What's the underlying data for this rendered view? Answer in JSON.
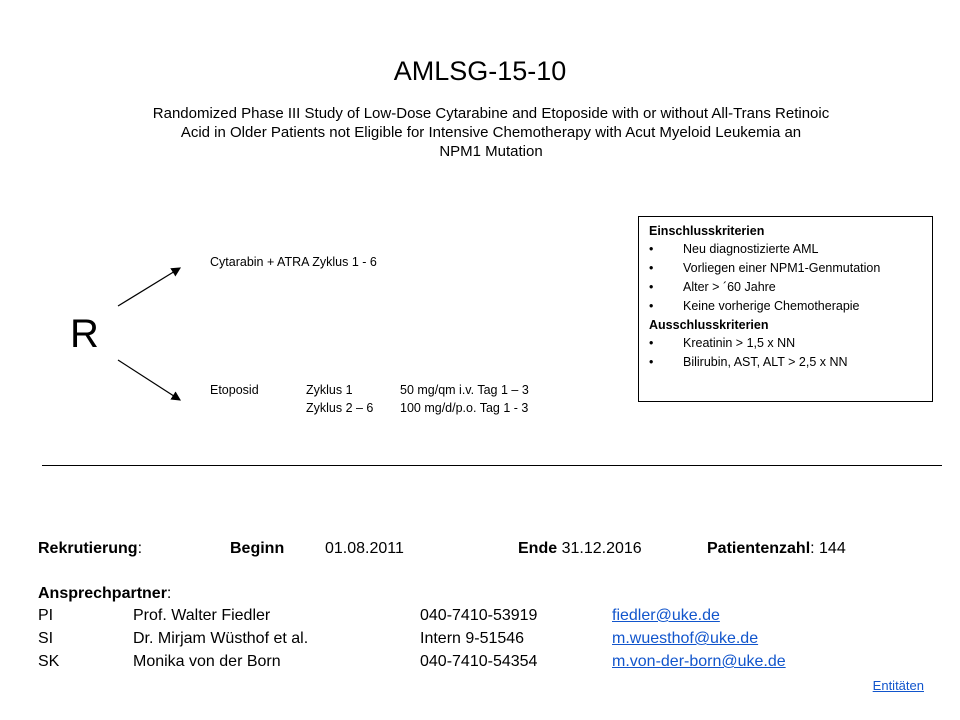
{
  "header": {
    "title": "AMLSG-15-10",
    "subtitle_lines": [
      "Randomized Phase III Study of Low-Dose Cytarabine and Etoposide with or without All-Trans Retinoic",
      "Acid in Older Patients not Eligible for Intensive Chemotherapy with Acut Myeloid Leukemia an",
      "NPM1 Mutation"
    ]
  },
  "randomization": {
    "letter": "R",
    "arm1": "Cytarabin + ATRA Zyklus 1 - 6",
    "arm2": {
      "drug": "Etoposid",
      "rows": [
        {
          "cycle": "Zyklus 1",
          "dose": "50 mg/qm i.v. Tag 1 – 3"
        },
        {
          "cycle": "Zyklus 2 – 6",
          "dose": "100 mg/d/p.o. Tag 1 - 3"
        }
      ]
    }
  },
  "criteria": {
    "inclusion_title": "Einschlusskriterien",
    "inclusion": [
      "Neu diagnostizierte AML",
      "Vorliegen einer NPM1-Genmutation",
      "Alter > ´60 Jahre",
      "Keine vorherige Chemotherapie"
    ],
    "exclusion_title": "Ausschlusskriterien",
    "exclusion": [
      "Kreatinin > 1,5 x NN",
      "Bilirubin, AST, ALT > 2,5 x NN"
    ]
  },
  "recruitment": {
    "label": "Rekrutierung",
    "begin_label": "Beginn",
    "begin": "01.08.2011",
    "end_label": "Ende",
    "end": "31.12.2016",
    "patients_label": "Patientenzahl",
    "patients": "144"
  },
  "contacts": {
    "label": "Ansprechpartner",
    "rows": [
      {
        "role": "PI",
        "name": "Prof. Walter Fiedler",
        "phone": "040-7410-53919",
        "email": "fiedler@uke.de"
      },
      {
        "role": "SI",
        "name": "Dr. Mirjam Wüsthof et al.",
        "phone": "Intern 9-51546",
        "email": "m.wuesthof@uke.de"
      },
      {
        "role": "SK",
        "name": "Monika von der Born",
        "phone": "040-7410-54354",
        "email": "m.von-der-born@uke.de"
      }
    ]
  },
  "footer_link": "Entitäten",
  "colors": {
    "link": "#1155cc"
  }
}
